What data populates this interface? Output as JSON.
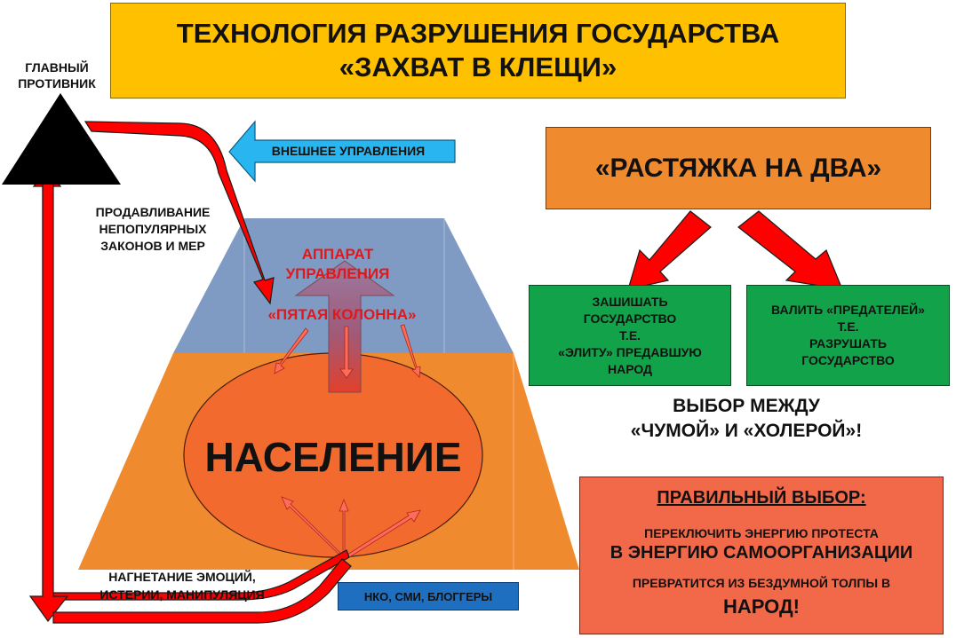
{
  "title": {
    "line1": "ТЕХНОЛОГИЯ РАЗРУШЕНИЯ ГОСУДАРСТВА",
    "line2": "«ЗАХВАТ В КЛЕЩИ»"
  },
  "enemy": {
    "line1": "ГЛАВНЫЙ",
    "line2": "ПРОТИВНИК"
  },
  "external_control": "ВНЕШНЕЕ УПРАВЛЕНИЯ",
  "pushing": {
    "line1": "ПРОДАВЛИВАНИЕ",
    "line2": "НЕПОПУЛЯРНЫХ",
    "line3": "ЗАКОНОВ И МЕР"
  },
  "apparatus": {
    "line1": "АППАРАТ",
    "line2": "УПРАВЛЕНИЯ"
  },
  "fifth_column": "«ПЯТАЯ КОЛОННА»",
  "population": "НАСЕЛЕНИЕ",
  "emotions": {
    "line1": "НАГНЕТАНИЕ ЭМОЦИЙ,",
    "line2": "ИСТЕРИИ, МАНИПУЛЯЦИЯ"
  },
  "ngo": "НКО, СМИ, БЛОГГЕРЫ",
  "split": "«РАСТЯЖКА НА ДВА»",
  "option_left": {
    "line1": "ЗАШИШАТЬ",
    "line2": "ГОСУДАРСТВО",
    "line3": "Т.Е.",
    "line4": "«ЭЛИТУ» ПРЕДАВШУЮ",
    "line5": "НАРОД"
  },
  "option_right": {
    "line1": "ВАЛИТЬ «ПРЕДАТЕЛЕЙ»",
    "line2": "Т.Е.",
    "line3": "РАЗРУШАТЬ",
    "line4": "ГОСУДАРСТВО"
  },
  "choice": {
    "line1": "ВЫБОР МЕЖДУ",
    "line2": "«ЧУМОЙ» И «ХОЛЕРОЙ»!"
  },
  "right_choice": {
    "heading": "ПРАВИЛЬНЫЙ ВЫБОР:",
    "line1": "ПЕРЕКЛЮЧИТЬ ЭНЕРГИЮ ПРОТЕСТА",
    "line2": "В ЭНЕРГИЮ САМООРГАНИЗАЦИИ",
    "line3": "ПРЕВРАТИТСЯ ИЗ БЕЗДУМНОЙ ТОЛПЫ В",
    "line4": "НАРОД!"
  },
  "colors": {
    "title_bg": "#ffc000",
    "pyramid_top": "#7f9bc4",
    "pyramid_bottom": "#f08a2e",
    "ellipse": "#f26a2e",
    "red_arrow": "#ff0000",
    "blue_arrow": "#29b6f0",
    "green_box": "#12a34a",
    "orange_box": "#f08a2e",
    "ngo_box": "#1f6fc1",
    "right_choice_box": "#f2694a",
    "red_text": "#e0181b"
  }
}
